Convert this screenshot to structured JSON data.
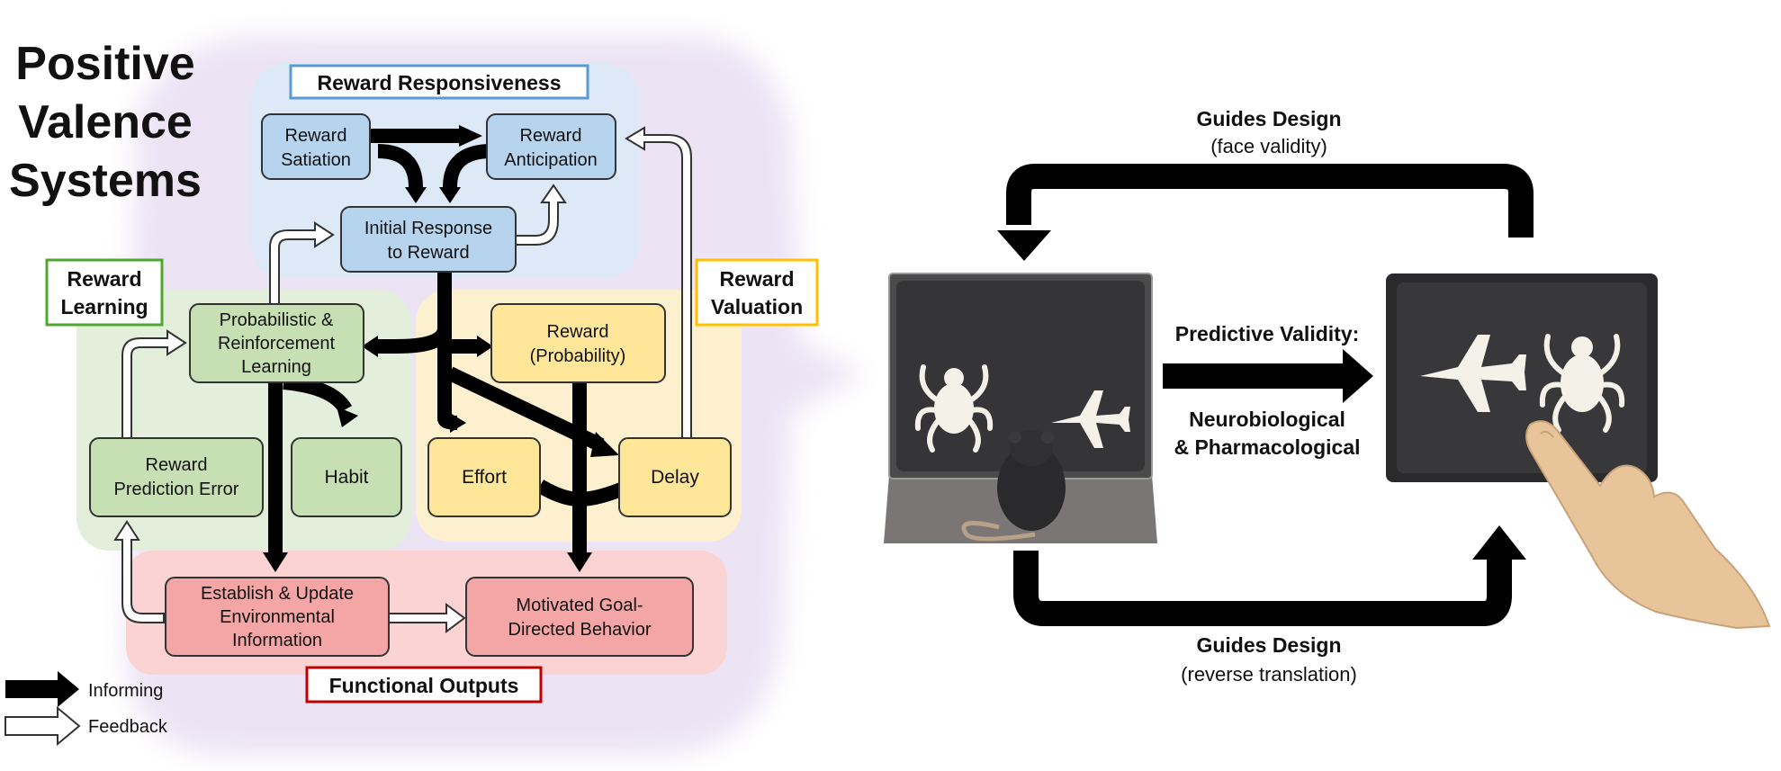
{
  "title": [
    "Positive",
    "Valence",
    "Systems"
  ],
  "groups": {
    "reward_responsiveness": "Reward Responsiveness",
    "reward_learning": [
      "Reward",
      "Learning"
    ],
    "reward_valuation": [
      "Reward",
      "Valuation"
    ],
    "functional_outputs": "Functional Outputs"
  },
  "nodes": {
    "reward_satiation": [
      "Reward",
      "Satiation"
    ],
    "reward_anticipation": [
      "Reward",
      "Anticipation"
    ],
    "initial_response": [
      "Initial Response",
      "to Reward"
    ],
    "prob_reinforcement": [
      "Probabilistic &",
      "Reinforcement",
      "Learning"
    ],
    "reward_probability": [
      "Reward",
      "(Probability)"
    ],
    "reward_prediction_error": [
      "Reward",
      "Prediction Error"
    ],
    "habit": [
      "Habit"
    ],
    "effort": [
      "Effort"
    ],
    "delay": [
      "Delay"
    ],
    "establish_update": [
      "Establish & Update",
      "Environmental",
      "Information"
    ],
    "motivated_goal": [
      "Motivated Goal-",
      "Directed Behavior"
    ]
  },
  "legend": {
    "informing": "Informing",
    "feedback": "Feedback"
  },
  "translation": {
    "top_bold": "Guides Design",
    "top_sub": "(face validity)",
    "bottom_bold": "Guides Design",
    "bottom_sub": "(reverse translation)",
    "middle_title": "Predictive Validity:",
    "middle_sub": [
      "Neurobiological",
      "& Pharmacological"
    ]
  },
  "colors": {
    "blue_fill": "#b7d4ee",
    "blue_region": "#dde9f7",
    "blue_border": "#5b9bd5",
    "green_fill": "#c6e0b4",
    "green_region": "#e3efdb",
    "green_border": "#4ea72e",
    "yellow_fill": "#ffe699",
    "yellow_region": "#fdf0cf",
    "yellow_border": "#ffc000",
    "red_fill": "#f4a6a6",
    "red_region": "#fbd3d3",
    "red_border": "#c00000",
    "purple_region": "#ece4f5"
  }
}
